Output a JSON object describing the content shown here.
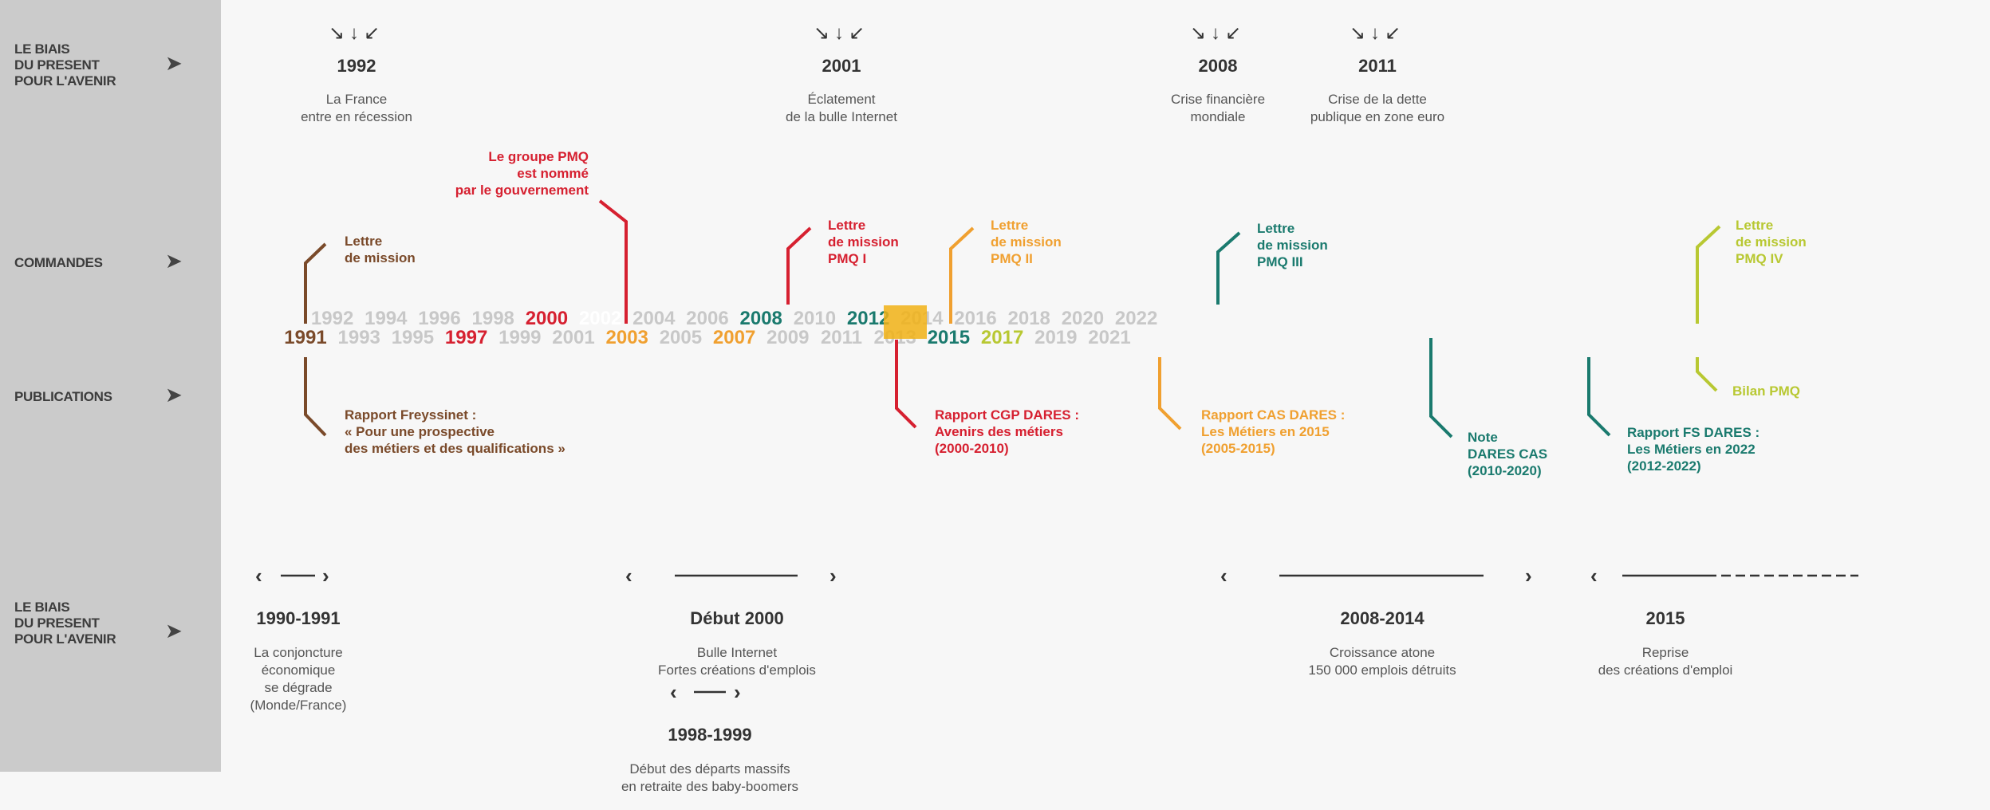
{
  "sidebar": {
    "rows": [
      {
        "label": "LE BIAIS\nDU PRESENT\nPOUR L'AVENIR",
        "arrow": "➤"
      },
      {
        "label": "COMMANDES",
        "arrow": "➤"
      },
      {
        "label": "PUBLICATIONS",
        "arrow": "➤"
      },
      {
        "label": "LE BIAIS\nDU PRESENT\nPOUR L'AVENIR",
        "arrow": "➤"
      }
    ]
  },
  "events": [
    {
      "burst": "↘↓↙",
      "year": "1992",
      "text": "La France\nentre en récession"
    },
    {
      "burst": "↘↓↙",
      "year": "2001",
      "text": "Éclatement\nde la bulle Internet"
    },
    {
      "burst": "↘↓↙",
      "year": "2008",
      "text": "Crise financière\nmondiale"
    },
    {
      "burst": "↘↓↙",
      "year": "2011",
      "text": "Crise de la dette\npublique en zone euro"
    }
  ],
  "timeline_years": [
    "1991",
    "1992",
    "1993",
    "1994",
    "1995",
    "1996",
    "1997",
    "1998",
    "1999",
    "2000",
    "2001",
    "2002",
    "2003",
    "2004",
    "2005",
    "2006",
    "2007",
    "2008",
    "2009",
    "2010",
    "2011",
    "2012",
    "2013",
    "2014",
    "2015",
    "2016",
    "2017",
    "2018",
    "2019",
    "2020",
    "2021",
    "2022"
  ],
  "colors": {
    "brown": "#7a4a2a",
    "red": "#d62030",
    "orange": "#f0a030",
    "teal": "#1a7a6e",
    "lime": "#b8c832",
    "grey_year": "#c8c8c8",
    "highlight": "#f2b216"
  },
  "commands": [
    {
      "text": "Lettre\nde mission",
      "color": "brown"
    },
    {
      "text": "Le groupe PMQ\nest nommé\npar le gouvernement",
      "color": "red"
    },
    {
      "text": "Lettre\nde mission\nPMQ I",
      "color": "red"
    },
    {
      "text": "Lettre\nde mission\nPMQ II",
      "color": "orange"
    },
    {
      "text": "Lettre\nde mission\nPMQ III",
      "color": "teal"
    },
    {
      "text": "Lettre\nde mission\nPMQ IV",
      "color": "lime"
    }
  ],
  "publications": [
    {
      "text": "Rapport Freyssinet :\n« Pour une prospective\ndes métiers et des qualifications »",
      "color": "brown"
    },
    {
      "text": "Rapport CGP DARES :\nAvenirs des métiers\n(2000-2010)",
      "color": "red"
    },
    {
      "text": "Rapport  CAS DARES :\nLes Métiers en 2015\n(2005-2015)",
      "color": "orange"
    },
    {
      "text": "Note\nDARES CAS\n(2010-2020)",
      "color": "teal"
    },
    {
      "text": "Rapport  FS DARES :\nLes Métiers en 2022\n(2012-2022)",
      "color": "teal"
    },
    {
      "text": "Bilan PMQ",
      "color": "lime"
    }
  ],
  "periods": [
    {
      "title": "1990-1991",
      "text": "La conjoncture\néconomique\nse dégrade\n(Monde/France)"
    },
    {
      "title": "Début 2000",
      "text": "Bulle Internet\nFortes créations d'emplois"
    },
    {
      "title": "1998-1999",
      "text": "Début des départs massifs\nen retraite des baby-boomers"
    },
    {
      "title": "2008-2014",
      "text": "Croissance atone\n150 000 emplois détruits"
    },
    {
      "title": "2015",
      "text": "Reprise\ndes créations d'emploi"
    }
  ]
}
